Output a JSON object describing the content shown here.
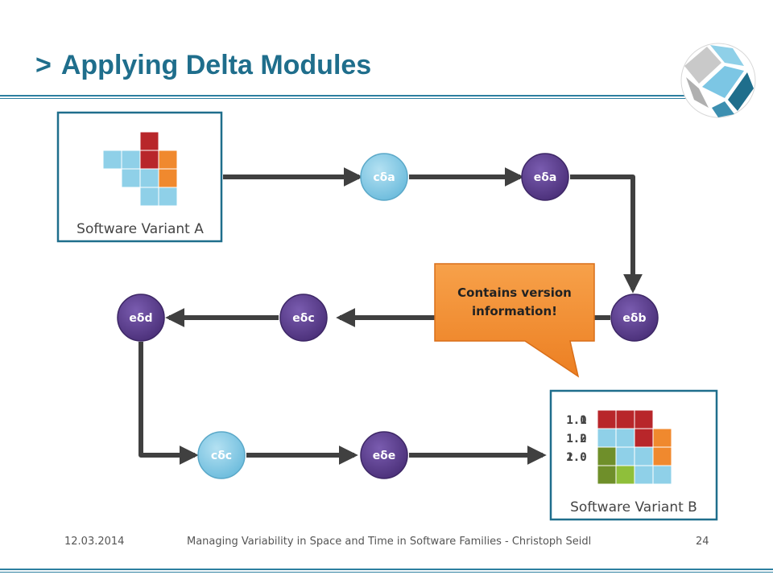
{
  "header": {
    "chevron": ">",
    "title": "Applying Delta Modules"
  },
  "logo": {
    "name": "university-logo"
  },
  "variant_a": {
    "label": "Software Variant A"
  },
  "variant_b": {
    "label": "Software Variant B",
    "versions": [
      "1.0",
      "1.1",
      "1.2",
      "2.0"
    ],
    "version_rows": [
      [
        "1.1",
        "1.0"
      ],
      [
        "1.2",
        "1.0"
      ],
      [
        "2.0",
        "1.0"
      ]
    ]
  },
  "nodes": [
    {
      "id": "c-delta-a",
      "label": "cδa",
      "kind": "core"
    },
    {
      "id": "e-delta-a",
      "label": "eδa",
      "kind": "evolution"
    },
    {
      "id": "e-delta-b",
      "label": "eδb",
      "kind": "evolution"
    },
    {
      "id": "e-delta-c",
      "label": "eδc",
      "kind": "evolution"
    },
    {
      "id": "e-delta-d",
      "label": "eδd",
      "kind": "evolution"
    },
    {
      "id": "c-delta-c",
      "label": "cδc",
      "kind": "core"
    },
    {
      "id": "e-delta-e",
      "label": "eδe",
      "kind": "evolution"
    }
  ],
  "callout": {
    "line1": "Contains version",
    "line2": "information!"
  },
  "colors": {
    "accent": "#1f6e8c",
    "core_node": "#7cc6e4",
    "evolution_node": "#5a3e8a",
    "arrow": "#404040",
    "callout": "#f0892e",
    "box_border": "#1f6e8c"
  },
  "footer": {
    "date": "12.03.2014",
    "center": "Managing Variability in Space and Time in Software Families - Christoph Seidl",
    "page": "24"
  }
}
